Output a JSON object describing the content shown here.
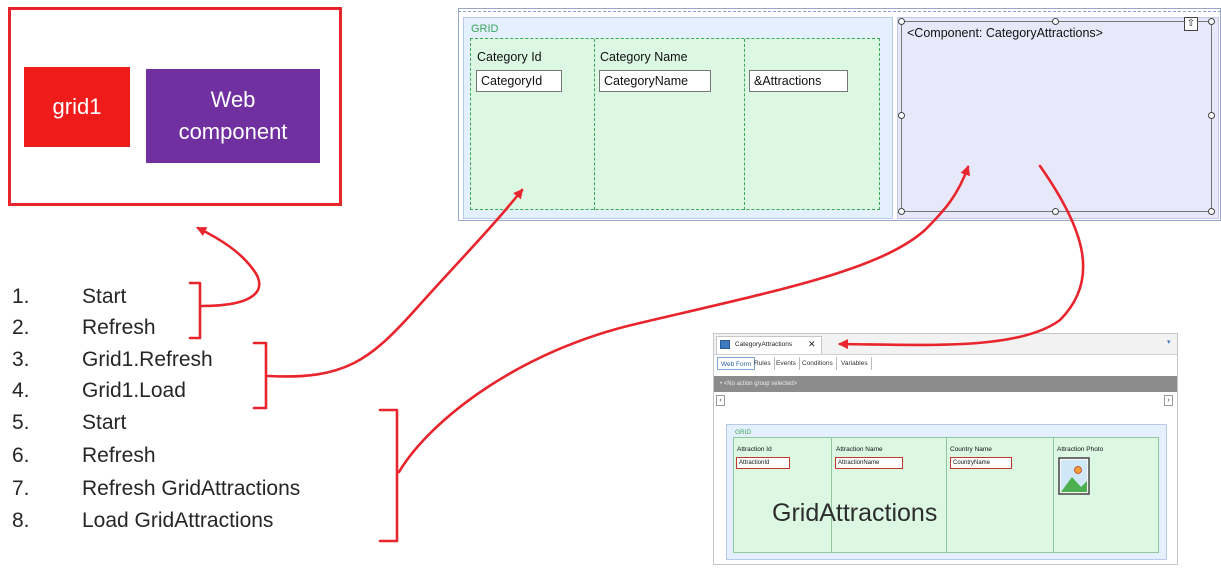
{
  "left_diagram": {
    "grid1_label": "grid1",
    "web_component_line1": "Web",
    "web_component_line2": "component"
  },
  "steps": [
    {
      "num": "1.",
      "text": "Start"
    },
    {
      "num": "2.",
      "text": "Refresh"
    },
    {
      "num": "3.",
      "text": "Grid1.Refresh"
    },
    {
      "num": "4.",
      "text": "Grid1.Load"
    },
    {
      "num": "5.",
      "text": "Start"
    },
    {
      "num": "6.",
      "text": "Refresh"
    },
    {
      "num": "7.",
      "text": "Refresh GridAttractions"
    },
    {
      "num": "8.",
      "text": "Load GridAttractions"
    }
  ],
  "top_form": {
    "grid_label": "GRID",
    "columns": [
      {
        "header": "Category Id",
        "field": "CategoryId"
      },
      {
        "header": "Category Name",
        "field": "CategoryName"
      },
      {
        "header": "",
        "field": "&Attractions"
      }
    ],
    "component_label": "<Component: CategoryAttractions>",
    "up_icon": "⇧"
  },
  "window": {
    "tab_title": "CategoryAttractions",
    "tab_close": "✕",
    "dropdown": "▾",
    "subtabs": [
      "Web Form",
      "Rules",
      "Events",
      "Conditions",
      "Variables"
    ],
    "action_bar": "• <No action group selected>",
    "scroll_left": "‹",
    "scroll_right": "›",
    "grid_label": "GRID",
    "columns": [
      {
        "header": "Attraction Id",
        "field": "AttractionId"
      },
      {
        "header": "Attraction Name",
        "field": "AttractionName"
      },
      {
        "header": "Country Name",
        "field": "CountryName"
      },
      {
        "header": "Attraction Photo",
        "field": ""
      }
    ],
    "grid_caption": "GridAttractions"
  },
  "colors": {
    "red": "#e8242c",
    "grid1_fill": "#f01c1c",
    "component_fill": "#7030a0",
    "grid_green": "#dcf8e3"
  }
}
